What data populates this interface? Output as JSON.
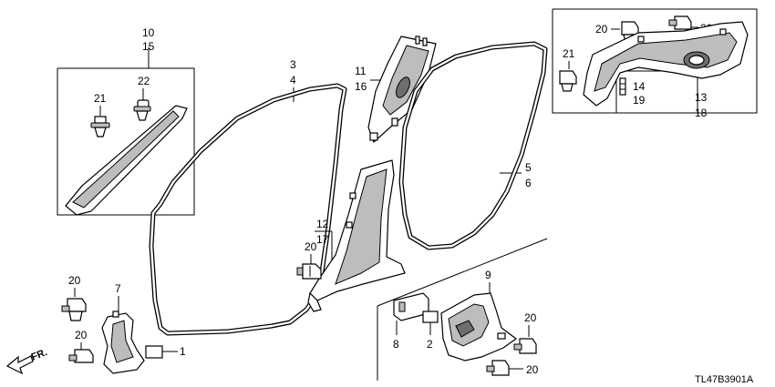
{
  "diagram": {
    "labels": {
      "p10": "10",
      "p15": "15",
      "p22": "22",
      "p21_left": "21",
      "p3": "3",
      "p4": "4",
      "p11": "11",
      "p16": "16",
      "p5": "5",
      "p6": "6",
      "p12": "12",
      "p17": "17",
      "p20_mid": "20",
      "p20_left_top": "20",
      "p20_left_bottom": "20",
      "p7": "7",
      "p1": "1",
      "p9": "9",
      "p8": "8",
      "p2": "2",
      "p20_br_top": "20",
      "p20_br_bottom": "20",
      "p20_tr_left": "20",
      "p20_tr_right": "20",
      "p21_tr": "21",
      "p14": "14",
      "p19": "19",
      "p13": "13",
      "p18": "18"
    },
    "front_arrow": "FR.",
    "diagram_code": "TL47B3901A"
  }
}
